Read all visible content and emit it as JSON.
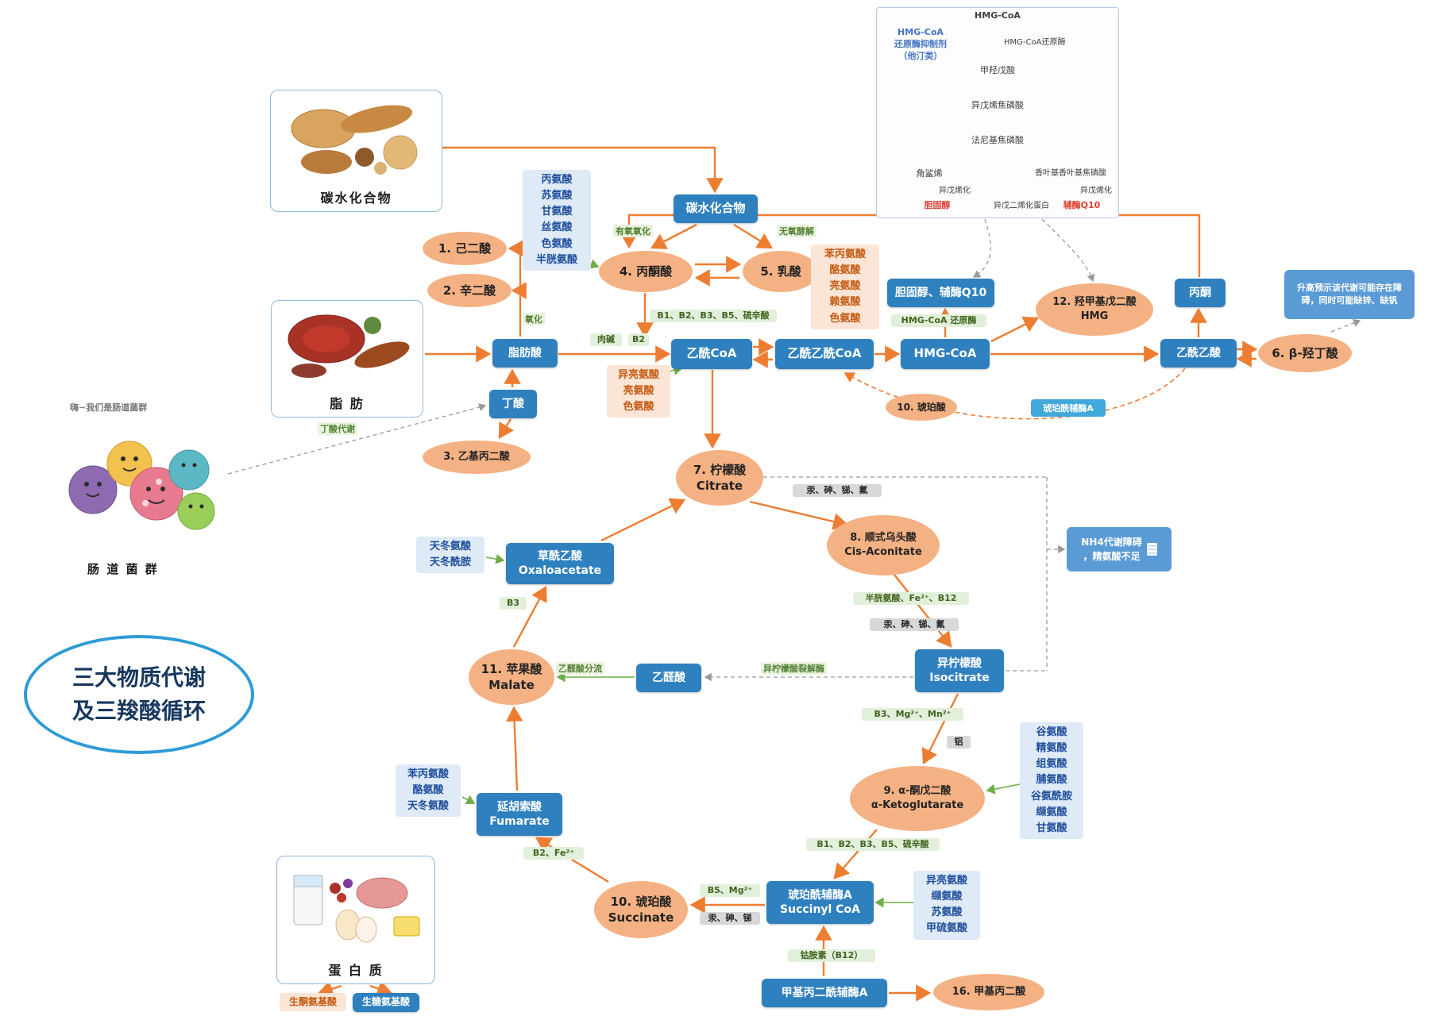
{
  "title": "三大物质代谢\n及三羧酸循环",
  "colors": {
    "node_blue": "#2F80BF",
    "ellipse_orange": "#F4B183",
    "arrow_orange": "#ED7D31",
    "amino_blue": "#1F4E9C",
    "amino_pink_text": "#C55A11",
    "note_blue": "#5B9BD5",
    "red_text": "#E03C31"
  },
  "foods": {
    "carb_label": "碳水化合物",
    "fat_label": "脂 肪",
    "protein_label": "蛋 白 质",
    "gut_label": "肠 道 菌 群",
    "gut_speech": "嗨~我们是肠道菌群"
  },
  "nodes": {
    "carb_box": "碳水化合物",
    "adipic": "1. 己二酸",
    "suberic": "2. 辛二酸",
    "pyruvate": "4. 丙酮酸",
    "lactate": "5. 乳酸",
    "fatty_acid": "脂肪酸",
    "butyrate": "丁酸",
    "ethylmalonic": "3. 乙基丙二酸",
    "acetyl_coa": "乙酰CoA",
    "acetoacetyl_coa": "乙酰乙酰CoA",
    "hmg_coa": "HMG-CoA",
    "hmg": "12. 羟甲基戊二酸\nHMG",
    "acetoacetate": "乙酰乙酸",
    "acetone": "丙酮",
    "bhb": "6. β-羟丁酸",
    "cholesterol_q10": "胆固醇、辅酶Q10",
    "succinate_mini": "10. 琥珀酸",
    "succinyl_coa_mini": "琥珀酰辅酶A",
    "citrate": "7. 柠檬酸\nCitrate",
    "cis_aconitate": "8. 顺式乌头酸\nCis-Aconitate",
    "isocitrate": "异柠檬酸\nIsocitrate",
    "akg": "9. α-酮戊二酸\nα-Ketoglutarate",
    "succinyl_coa": "琥珀酰辅酶A\nSuccinyl CoA",
    "succinate": "10. 琥珀酸\nSuccinate",
    "fumarate": "延胡索酸\nFumarate",
    "malate": "11. 苹果酸\nMalate",
    "oxaloacetate": "草酰乙酸\nOxaloacetate",
    "glyoxylate": "乙醛酸",
    "methylmalonyl_coa": "甲基丙二酰辅酶A",
    "methylmalonic": "16. 甲基丙二酸"
  },
  "amino_groups": {
    "pyruvate": "丙氨酸\n苏氨酸\n甘氨酸\n丝氨酸\n色氨酸\n半胱氨酸",
    "acetoacetyl": "苯丙氨酸\n酪氨酸\n亮氨酸\n赖氨酸\n色氨酸",
    "acetyl": "异亮氨酸\n亮氨酸\n色氨酸",
    "oxaloacetate": "天冬氨酸\n天冬酰胺",
    "fumarate": "苯丙氨酸\n酪氨酸\n天冬氨酸",
    "akg": "谷氨酸\n精氨酸\n组氨酸\n脯氨酸\n谷氨酰胺\n缬氨酸\n甘氨酸",
    "succinyl": "异亮氨酸\n缬氨酸\n苏氨酸\n甲硫氨酸",
    "ketogenic": "生酮氨基酸",
    "glucogenic": "生糖氨基酸"
  },
  "cofactors": {
    "pdh": "B1、B2、B3、B5、硫辛酸",
    "carnitine": "肉碱",
    "b2": "B2",
    "hmg_reductase": "HMG-CoA 还原酶",
    "aconitase": "半胱氨酸、Fe²⁺、B12",
    "idh": "B3、Mg²⁺、Mn²⁺",
    "kgdh": "B1、B2、B3、B5、硫辛酸",
    "scs": "B5、Mg²⁺",
    "sdh": "B2、Fe²⁺",
    "mdh": "B3",
    "mcm": "钴胺素（B12）"
  },
  "toxins": {
    "aconitase1": "汞、砷、锑、氟",
    "aconitase2": "汞、砷、锑、氟",
    "idh": "铝",
    "sdh": "汞、砷、锑"
  },
  "notes": {
    "nh4": "NH4代谢障碍\n，精氨酸不足",
    "bhb": "升高预示该代谢可能存在障碍，同时可能缺锌、缺钒"
  },
  "arrow_labels": {
    "aerobic": "有氧氧化",
    "anaerobic": "无氧酵解",
    "omega_oxidation": "氧化",
    "butyrate_path": "丁酸代谢",
    "glyoxylate_shunt": "乙醛酸分流",
    "isocitrate_lyase": "异柠檬酸裂解酶"
  },
  "subdiagram": {
    "hmg_coa": "HMG-CoA",
    "statin_note": "HMG-CoA\n还原酶抑制剂\n（他汀类）",
    "reductase": "HMG-CoA还原酶",
    "mevalonate": "甲羟戊酸",
    "ipp": "异戊烯焦磷酸",
    "fpp": "法尼基焦磷酸",
    "squalene": "角鲨烯",
    "ggpp": "香叶基香叶基焦磷酸",
    "prenylation1": "异戊烯化",
    "prenylation2": "异戊烯化",
    "cholesterol": "胆固醇",
    "prenylated_protein": "异戊二烯化蛋白",
    "coq10": "辅酶Q10"
  }
}
